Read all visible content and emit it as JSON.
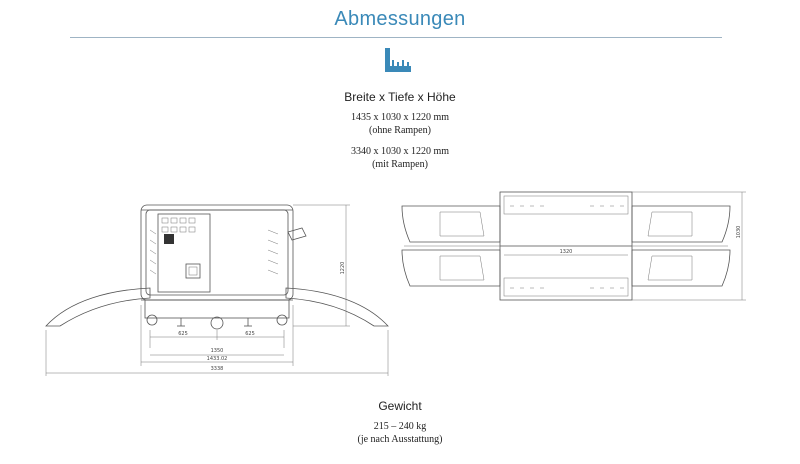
{
  "header": {
    "title": "Abmessungen",
    "icon": "ruler-dimension-icon",
    "accent_color": "#3a89b8"
  },
  "dimensions": {
    "heading": "Breite x Tiefe x Höhe",
    "without_ramps": {
      "value": "1435 x 1030 x 1220 mm",
      "note": "(ohne Rampen)"
    },
    "with_ramps": {
      "value": "3340 x 1030 x 1220 mm",
      "note": "(mit Rampen)"
    }
  },
  "drawing_labels": {
    "height": "1220",
    "left_span": "625",
    "right_span": "625",
    "inner_width": "1350",
    "body_width": "1433.02",
    "total_length": "3338",
    "top_inner": "1320",
    "top_depth": "1030"
  },
  "weight": {
    "heading": "Gewicht",
    "value": "215 – 240 kg",
    "note": "(je nach Ausstattung)"
  }
}
